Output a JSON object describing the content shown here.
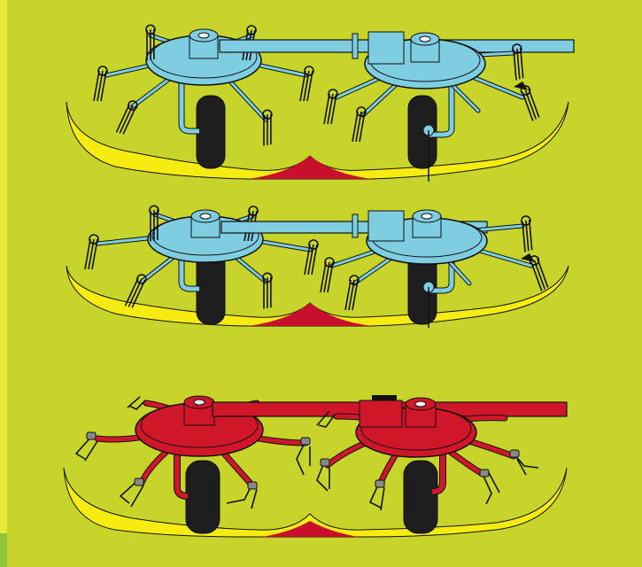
{
  "colors": {
    "background": "#c7d52a",
    "blue_rotor": "#7fcde0",
    "red_rotor": "#d0172a",
    "swath_yellow": "#f7ec12",
    "swath_red": "#c8102e",
    "wheel": "#1e1e1e",
    "outline": "#1a1a1a"
  },
  "rows": [
    {
      "variant": "blue",
      "description": "rotor-pair-blue-wide"
    },
    {
      "variant": "blue",
      "description": "rotor-pair-blue-narrow"
    },
    {
      "variant": "red",
      "description": "rotor-pair-red"
    }
  ]
}
